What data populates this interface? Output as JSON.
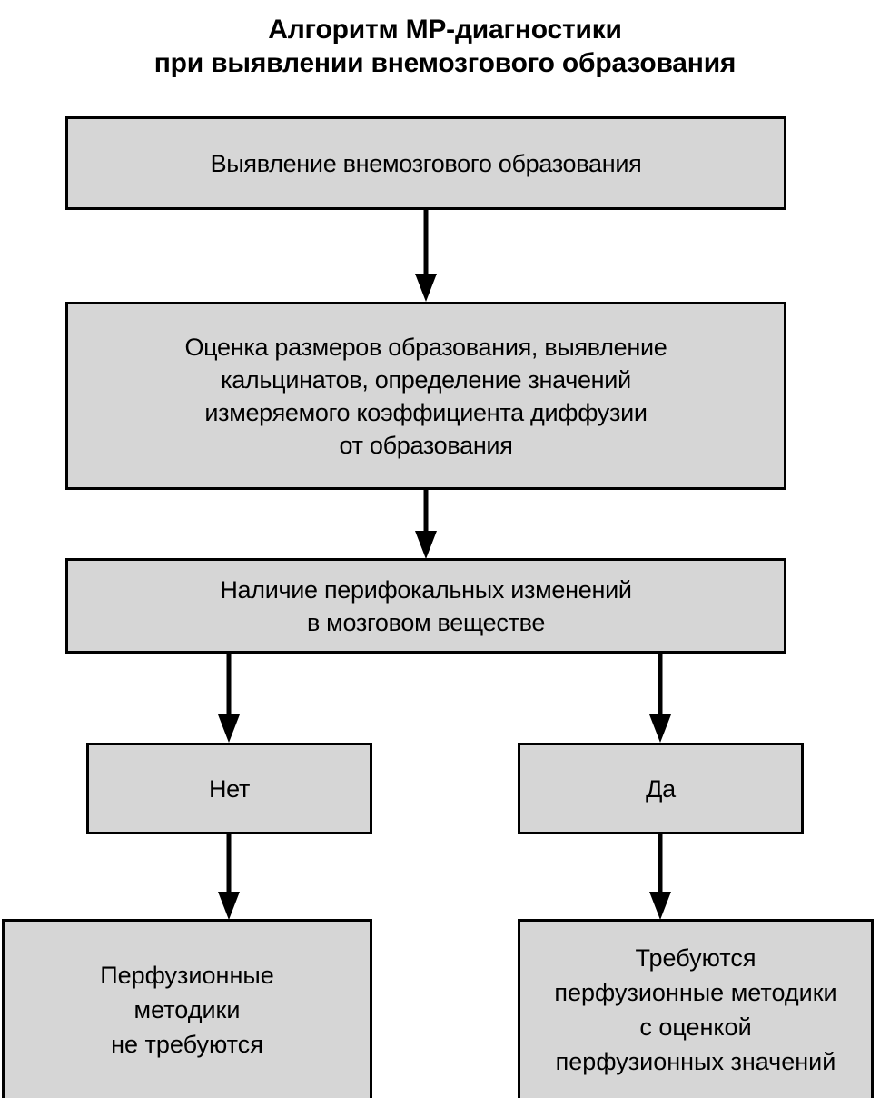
{
  "title": {
    "line1": "Алгоритм МР-диагностики",
    "line2": "при выявлении внемозгового образования"
  },
  "colors": {
    "node_fill": "#d6d6d6",
    "node_border": "#000000",
    "arrow": "#000000",
    "text": "#000000",
    "background": "#ffffff"
  },
  "chart_data": {
    "type": "diagram",
    "diagram_kind": "flowchart",
    "title": "Алгоритм МР-диагностики при выявлении внемозгового образования",
    "orientation": "top-to-bottom",
    "nodes": [
      {
        "id": "n1",
        "lines": [
          "Выявление внемозгового образования"
        ],
        "text": "Выявление внемозгового образования",
        "shape": "rectangle"
      },
      {
        "id": "n2",
        "lines": [
          "Оценка размеров образования, выявление",
          "кальцинатов, определение значений",
          "измеряемого коэффициента диффузии",
          "от образования"
        ],
        "text": "Оценка размеров образования, выявление кальцинатов, определение значений измеряемого коэффициента диффузии от образования",
        "shape": "rectangle"
      },
      {
        "id": "n3",
        "lines": [
          "Наличие перифокальных изменений",
          "в мозговом веществе"
        ],
        "text": "Наличие перифокальных изменений в мозговом веществе",
        "shape": "rectangle"
      },
      {
        "id": "n4",
        "lines": [
          "Нет"
        ],
        "text": "Нет",
        "shape": "rectangle"
      },
      {
        "id": "n5",
        "lines": [
          "Да"
        ],
        "text": "Да",
        "shape": "rectangle"
      },
      {
        "id": "n6",
        "lines": [
          "Перфузионные",
          "методики",
          "не требуются"
        ],
        "text": "Перфузионные методики не требуются",
        "shape": "rectangle"
      },
      {
        "id": "n7",
        "lines": [
          "Требуются",
          "перфузионные методики",
          "с оценкой",
          "перфузионных значений"
        ],
        "text": "Требуются перфузионные методики с оценкой перфузионных значений",
        "shape": "rectangle"
      }
    ],
    "edges": [
      {
        "from": "n1",
        "to": "n2",
        "label": "",
        "style": "solid-arrow"
      },
      {
        "from": "n2",
        "to": "n3",
        "label": "",
        "style": "solid-arrow"
      },
      {
        "from": "n3",
        "to": "n4",
        "label": "",
        "style": "solid-arrow"
      },
      {
        "from": "n3",
        "to": "n5",
        "label": "",
        "style": "solid-arrow"
      },
      {
        "from": "n4",
        "to": "n6",
        "label": "",
        "style": "solid-arrow"
      },
      {
        "from": "n5",
        "to": "n7",
        "label": "",
        "style": "solid-arrow"
      }
    ]
  }
}
